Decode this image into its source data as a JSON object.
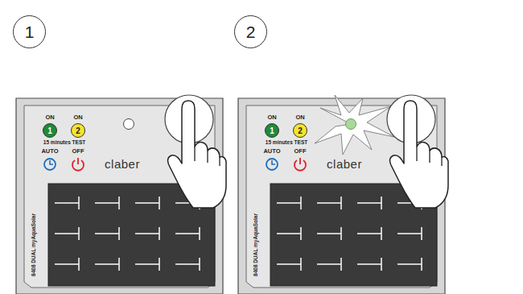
{
  "diagram": {
    "nodes": [
      {
        "text": [
          "1"
        ]
      },
      {
        "text": [
          "2"
        ]
      },
      {
        "text": [
          "ON",
          "ON",
          "15 minutes TEST",
          "AUTO",
          "OFF",
          "claber",
          "8408 DUAL myAquaSolar"
        ]
      },
      {
        "text": [
          "1"
        ],
        "in": 2
      },
      {
        "text": [
          "2"
        ],
        "in": 2
      },
      {
        "text": [
          "ON",
          "ON",
          "15 minutes TEST",
          "AUTO",
          "OFF",
          "claber",
          "8408 DUAL myAquaSolar"
        ]
      },
      {
        "text": [
          "1"
        ],
        "in": 5
      },
      {
        "text": [
          "2"
        ],
        "in": 5
      }
    ]
  }
}
